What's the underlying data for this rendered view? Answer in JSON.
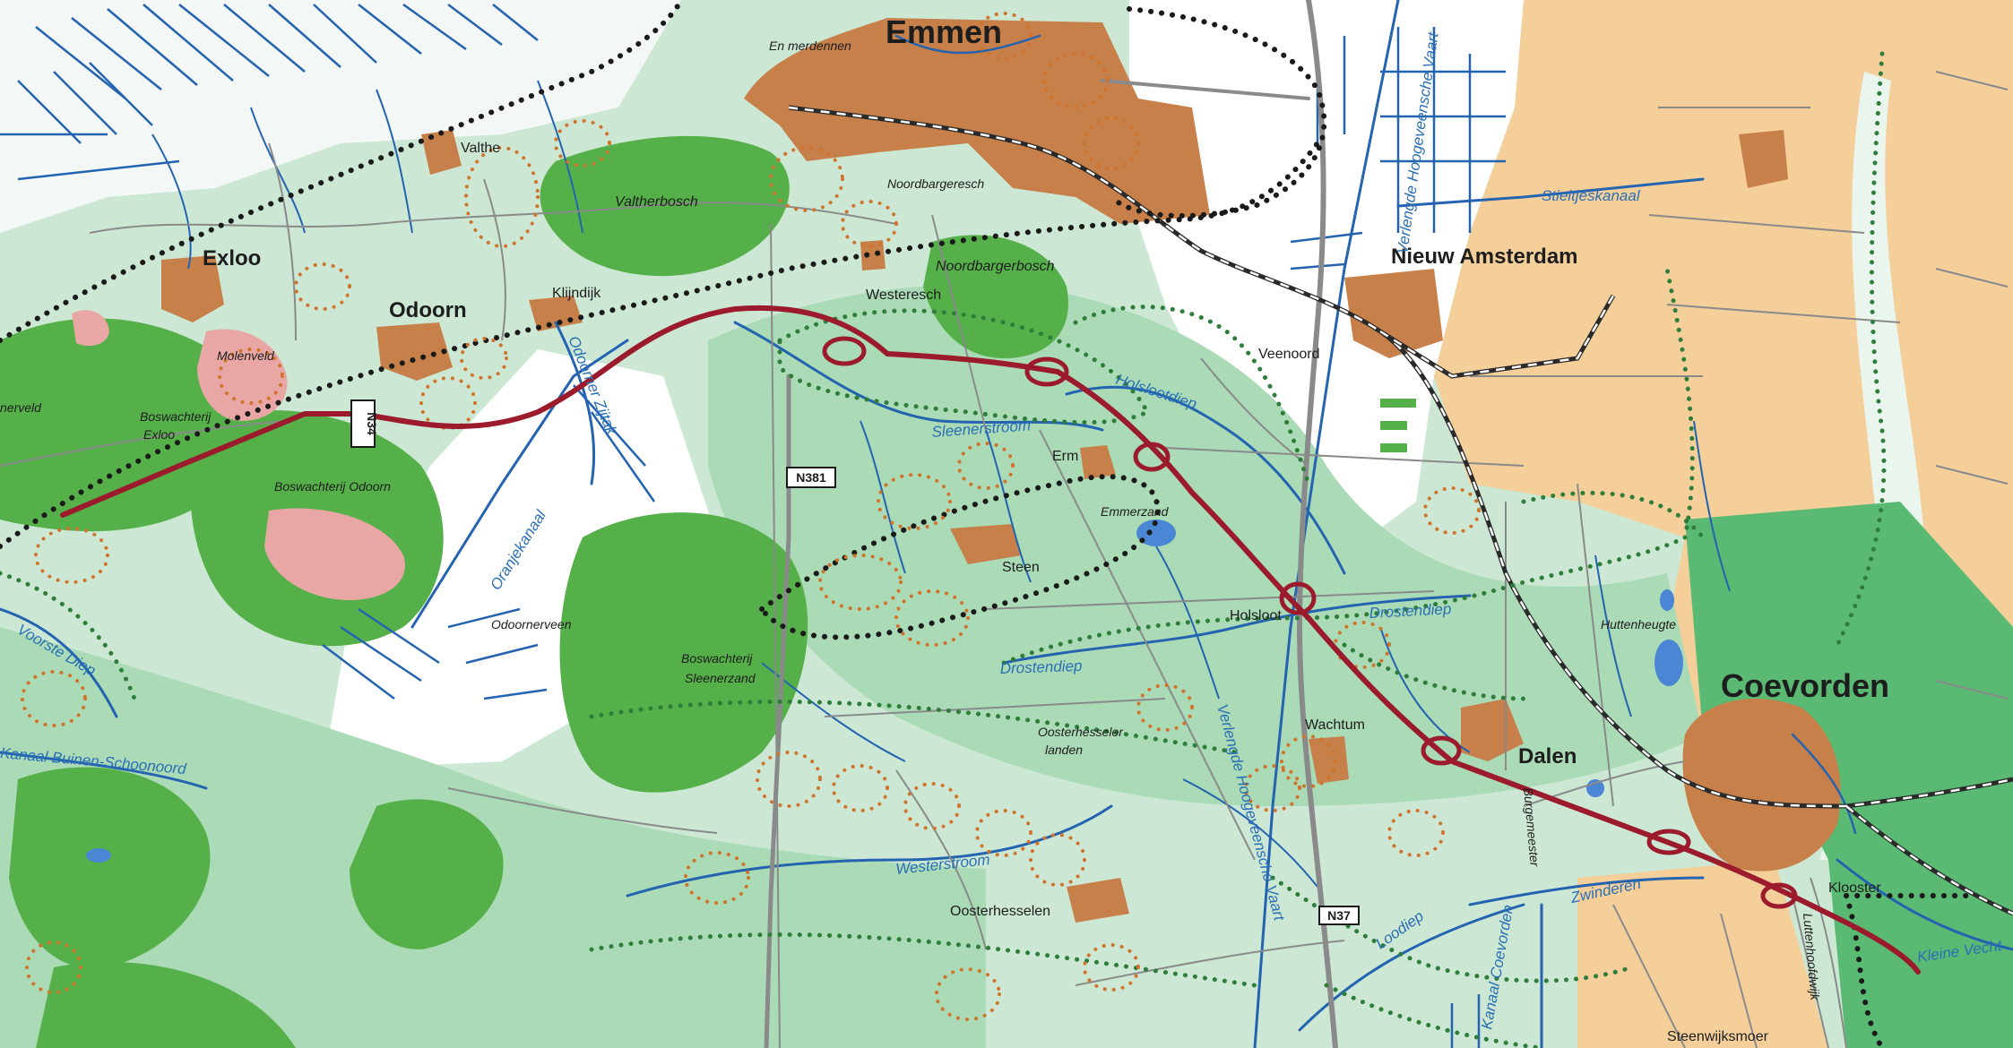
{
  "map": {
    "cities": {
      "emmen": "Emmen",
      "coevorden": "Coevorden"
    },
    "towns": {
      "exloo": "Exloo",
      "odoorn": "Odoorn",
      "nieuw_amsterdam": "Nieuw Amsterdam",
      "dalen": "Dalen"
    },
    "villages": {
      "valthe": "Valthe",
      "klijndijk": "Klijndijk",
      "westeresch": "Westeresch",
      "veenoord": "Veenoord",
      "erm": "Erm",
      "emmerzand": "Emmerzand",
      "steen": "Steen",
      "holsloot": "Holsloot",
      "wachtum": "Wachtum",
      "huttenheugte": "Huttenheugte",
      "kloosier": "Klooster",
      "oosterhesselen": "Oosterhesselen",
      "steenwijksmoer": "Steenwijksmoer",
      "odoornerveen": "Odoornerveen"
    },
    "forests": {
      "en_merdennen": "En merdennen",
      "valtherbosch": "Valtherbosch",
      "noordbargeresch": "Noordbargeresch",
      "noordbargerbosch": "Noordbargerbosch",
      "molenveld": "Molenveld",
      "nerveld": "nerveld",
      "boswachterij_exloo_1": "Boswachterij",
      "boswachterij_exloo_2": "Exloo",
      "boswachterij_odoorn": "Boswachterij Odoorn",
      "boswachterij_sleenerzand_1": "Boswachterij",
      "boswachterij_sleenerzand_2": "Sleenerzand",
      "oosterhesseler_1": "Oosterhesseler",
      "oosterhesseler_2": "landen"
    },
    "waters": {
      "sleenerstroom": "Sleenerstroom",
      "holslootdiep": "Holslootdiep",
      "drostendiep_1": "Drostendiep",
      "drostendiep_2": "Drostendiep",
      "westerstroom": "Westerstroom",
      "oranjekanaal": "Oranjekanaal",
      "odoorner_zijtak": "Odoorner Zijtak",
      "voorste_diep": "Voorste Diep",
      "kanaal_buinen": "Kanaal Buinen-Schoonoord",
      "stieltjeskanaal": "Stieltjeskanaal",
      "verlengde_hoogeveense_1": "Verlengde Hoogeveensche Vaart",
      "verlengde_hoogeveense_2": "Verlengde Hoogeveensche Vaart",
      "loodiep": "Loodiep",
      "zwinderen": "Zwinderen",
      "kleine_vecht": "Kleine Vecht",
      "kanaal_coevorden": "Kanaal Coevorden",
      "burgemeester": "Burgemeester",
      "lutten": "Luttenhoofdwijk"
    },
    "roads": {
      "n34": "N34",
      "n381": "N381",
      "n37": "N37"
    },
    "colors": {
      "pale_green": "#cce8d4",
      "mid_green": "#a6d8b2",
      "forest_green": "#56b04a",
      "urban_brown": "#c8804a",
      "sand": "#f4cf9a",
      "water_blue": "#2463b0",
      "route_red": "#9b1b2c",
      "railway": "#2a2a2a",
      "grey_road": "#8a8a8a",
      "dotted_orange": "#d0732c",
      "dotted_green": "#2f7d3a",
      "pink_heath": "#e8a7a4"
    }
  }
}
